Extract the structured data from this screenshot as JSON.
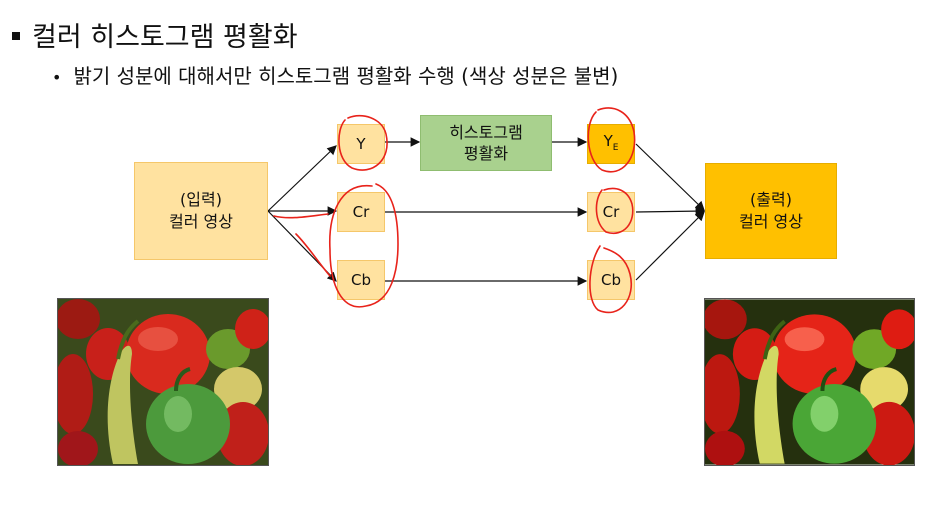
{
  "title": "컬러 히스토그램 평활화",
  "subtitle": "밝기 성분에 대해서만 히스토그램 평활화 수행 (색상 성분은 불변)",
  "input_box": {
    "line1": "(입력)",
    "line2": "컬러 영상"
  },
  "output_box": {
    "line1": "(출력)",
    "line2": "컬러 영상"
  },
  "left_channels": {
    "y": "Y",
    "cr": "Cr",
    "cb": "Cb"
  },
  "equalize_box": {
    "line1": "히스토그램",
    "line2": "평활화"
  },
  "right_channels": {
    "y": "Y",
    "y_sub": "E",
    "cr": "Cr",
    "cb": "Cb"
  },
  "colors": {
    "light_orange": "#ffe2a0",
    "orange": "#ffc000",
    "green": "#a9d18e",
    "annotation_red": "#e8231b"
  },
  "images": {
    "input": "peppers-image",
    "output": "peppers-image-equalized"
  }
}
